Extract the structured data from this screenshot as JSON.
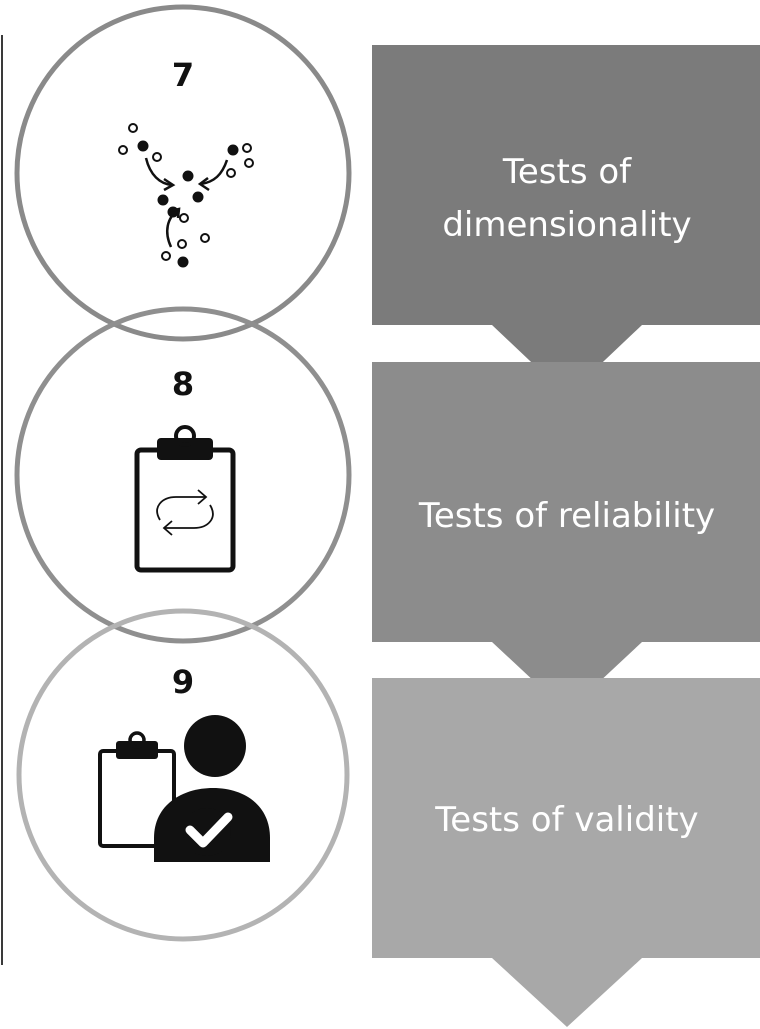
{
  "steps": [
    {
      "number": "7",
      "label_lines": [
        "Tests of",
        "dimensionality"
      ],
      "icon": "converging-clusters-icon",
      "circle_color": "#8a8a8a",
      "box_color": "#7b7b7b"
    },
    {
      "number": "8",
      "label_lines": [
        "Tests of reliability"
      ],
      "icon": "clipboard-repeat-icon",
      "circle_color": "#8f8f8f",
      "box_color": "#8c8c8c"
    },
    {
      "number": "9",
      "label_lines": [
        "Tests of validity"
      ],
      "icon": "clipboard-user-check-icon",
      "circle_color": "#b3b3b3",
      "box_color": "#a8a8a8"
    }
  ],
  "colors": {
    "icon": "#111111",
    "text_on_box": "#ffffff",
    "left_rule": "#333333"
  }
}
